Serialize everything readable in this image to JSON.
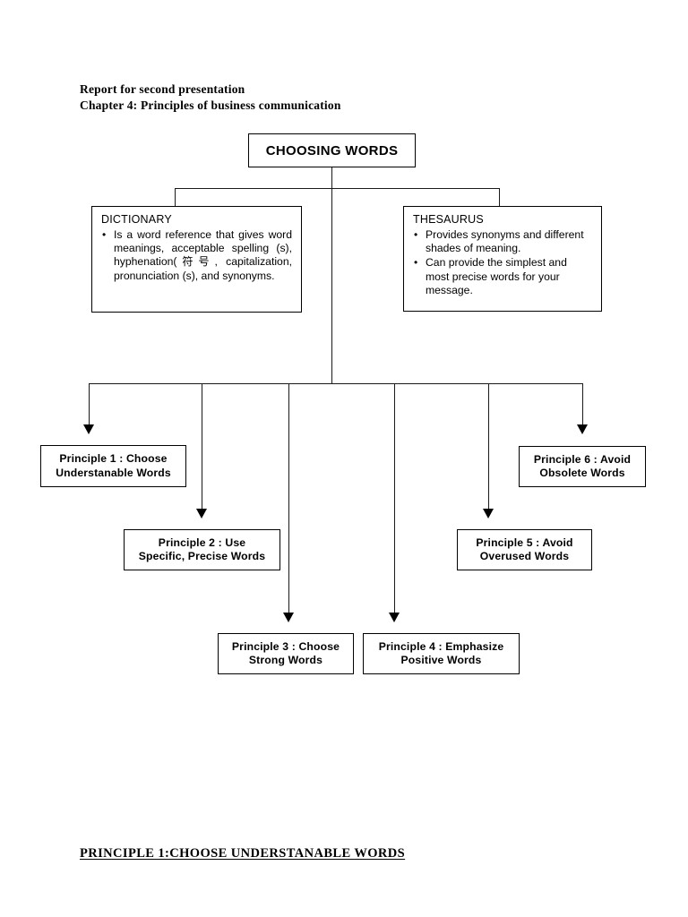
{
  "document": {
    "header_line1": "Report for second presentation",
    "header_line2": "Chapter 4: Principles of business communication",
    "bottom_heading": "PRINCIPLE 1:CHOOSE UNDERSTANABLE WORDS"
  },
  "diagram": {
    "root": {
      "label": "CHOOSING WORDS"
    },
    "references": [
      {
        "title": "DICTIONARY",
        "bullets": [
          "Is a word reference that gives word meanings, acceptable spelling (s), hyphenation(符号, capitalization, pronunciation (s), and synonyms."
        ]
      },
      {
        "title": "THESAURUS",
        "bullets": [
          "Provides synonyms and different shades of meaning.",
          "Can provide the simplest and most precise words for your message."
        ]
      }
    ],
    "principles": [
      {
        "line1": "Principle 1 : Choose",
        "line2": "Understanable Words"
      },
      {
        "line1": "Principle 2 : Use",
        "line2": "Specific, Precise Words"
      },
      {
        "line1": "Principle 3 : Choose",
        "line2": "Strong Words"
      },
      {
        "line1": "Principle 4 : Emphasize",
        "line2": "Positive Words"
      },
      {
        "line1": "Principle 5 : Avoid",
        "line2": "Overused Words"
      },
      {
        "line1": "Principle 6 : Avoid",
        "line2": "Obsolete Words"
      }
    ]
  },
  "colors": {
    "ink": "#000000",
    "line": "#1a1a1a",
    "page": "#ffffff"
  }
}
